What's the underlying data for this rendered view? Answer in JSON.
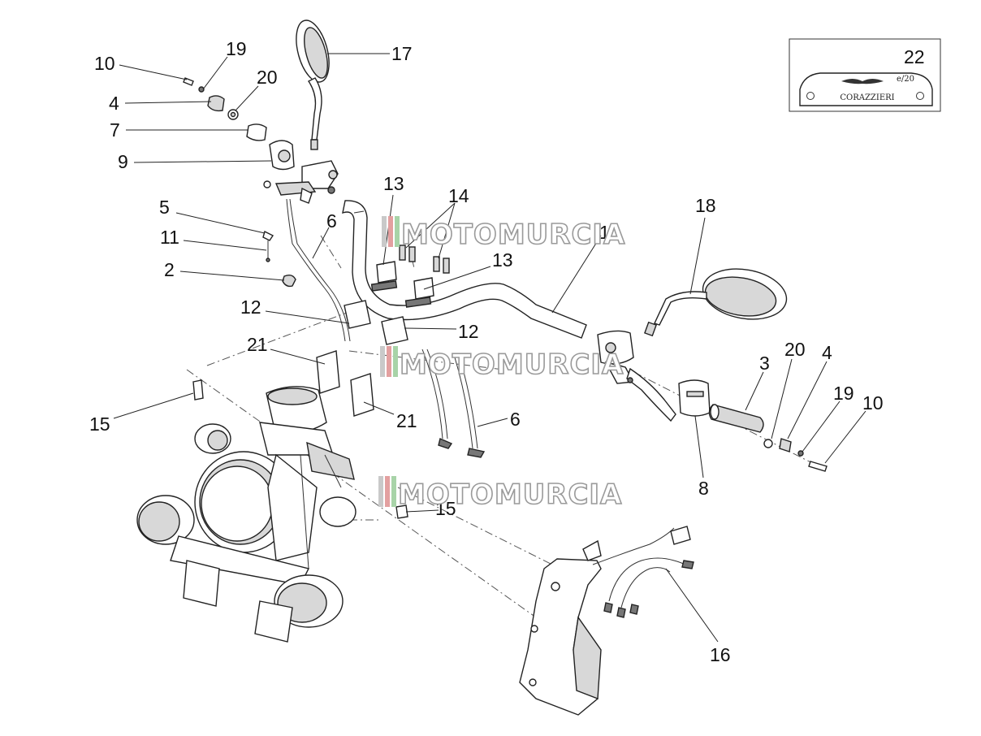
{
  "diagram": {
    "callouts": [
      "1",
      "2",
      "3",
      "4",
      "4",
      "5",
      "6",
      "6",
      "7",
      "8",
      "9",
      "10",
      "10",
      "11",
      "12",
      "12",
      "13",
      "13",
      "14",
      "15",
      "15",
      "16",
      "17",
      "18",
      "19",
      "19",
      "20",
      "20",
      "21",
      "21",
      "22"
    ],
    "decal_text": "CORAZZIERI",
    "decal_small_text": "e/20",
    "watermark": "MOTOMURCIA",
    "colors": {
      "line": "#222222",
      "watermark_stroke": "#9a9a9a",
      "watermark_stripes": [
        "#c9c9c9",
        "#e3a0a0",
        "#a8d3a8"
      ]
    }
  }
}
